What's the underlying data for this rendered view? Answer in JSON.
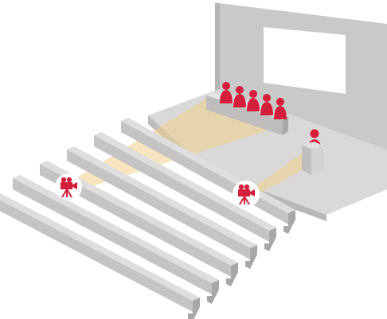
{
  "diagram": {
    "subject": "conference-hall-camera-layout",
    "elements": {
      "wall": "back-wall",
      "screen": "projection-screen",
      "stage": "stage",
      "panel_table": "panel-table",
      "panelists": 5,
      "lectern": "lectern",
      "speaker": 1,
      "seating_rows": 6,
      "cameras": 2
    },
    "cameras": [
      {
        "id": "camera-left",
        "target": "panel-table"
      },
      {
        "id": "camera-right",
        "target": "lectern-speaker"
      }
    ]
  },
  "colors": {
    "background": "#ffffff",
    "wall": "#c9c9c9",
    "wall_dark": "#b5b5b5",
    "screen": "#ffffff",
    "stage_top": "#d9d9d9",
    "stage_side": "#bcbcbc",
    "row_top": "#dedede",
    "row_front": "#c4c4c4",
    "row_end": "#a8a8a8",
    "accent": "#d41f3a",
    "beam": "#f2d08a",
    "camera_badge": "#ffffff"
  }
}
